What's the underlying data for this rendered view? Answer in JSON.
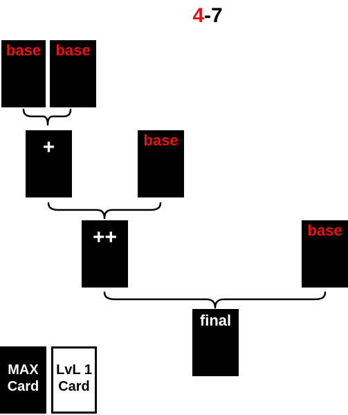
{
  "title": {
    "part1": "4",
    "separator": "-",
    "part2": "7"
  },
  "colors": {
    "accent": "#ee1111",
    "card": "#000000",
    "text": "#ffffff"
  },
  "cards": {
    "base_1": "base",
    "base_2": "base",
    "plus": "+",
    "base_3": "base",
    "plus_plus": "++",
    "base_4": "base",
    "final": "final"
  },
  "legend": {
    "max_card": {
      "line1": "MAX",
      "line2": "Card"
    },
    "lvl1_card": {
      "line1": "LvL 1",
      "line2": "Card"
    }
  }
}
